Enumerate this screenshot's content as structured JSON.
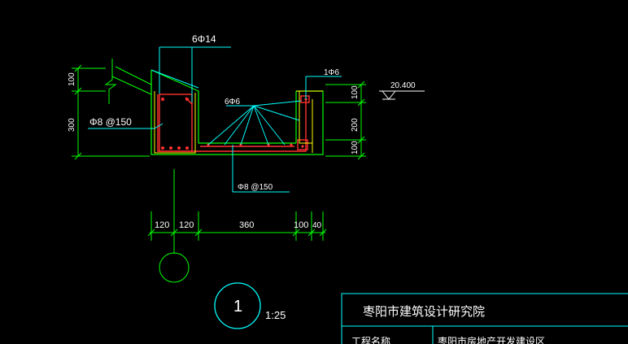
{
  "drawing": {
    "labels": {
      "top_rebar": "6Φ14",
      "stirrup": "Φ8 @150",
      "fan_bars": "6Φ6",
      "right_bar": "1Φ6",
      "bottom_bar": "Φ8 @150",
      "elevation": "20.400"
    },
    "left_dims": [
      "100",
      "300"
    ],
    "right_dims": [
      "100",
      "200",
      "100"
    ],
    "bottom_dims": [
      "120",
      "120",
      "360",
      "100",
      "40"
    ],
    "section_number": "1",
    "scale": "1:25"
  },
  "title_block": {
    "institute": "枣阳市建筑设计研究院",
    "project_label": "工程名称",
    "project_value": "枣阳市房地产开发建设区"
  },
  "colors": {
    "background": "#000000",
    "green": "#00ff00",
    "cyan": "#00ffff",
    "white": "#ffffff",
    "yellow": "#ffff00",
    "red": "#ff0000"
  }
}
